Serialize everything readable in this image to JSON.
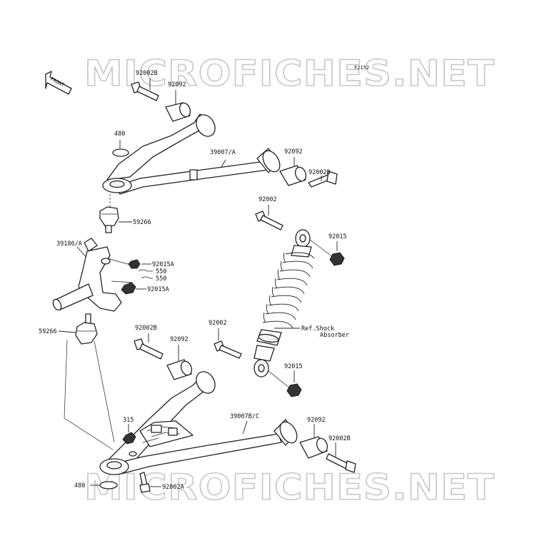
{
  "watermark": {
    "text": "MICROFICHES.NET"
  },
  "figure_code": "F2152",
  "front_arrow_label": "FRONT",
  "callouts": {
    "bolt_92002b_top": "92002B",
    "bushing_92092_top": "92092",
    "bushing_92092_upper_right": "92092",
    "bolt_92002b_upper_right": "92002B",
    "washer_480_top": "480",
    "upper_arm": "39007/A",
    "ball_joint_upper": "59266",
    "knuckle": "39186/A",
    "nut_92015a_upper": "92015A",
    "pin_550_a": "550",
    "pin_550_b": "550",
    "nut_92015a_lower": "92015A",
    "ball_joint_lower": "59266",
    "bolt_92002_shock_top": "92002",
    "nut_92015_shock_top": "92015",
    "shock_ref_line1": "Ref.Shock",
    "shock_ref_line2": "Absorber",
    "bolt_92002_shock_bottom": "92002",
    "nut_92015_shock_bottom": "92015",
    "bolt_92002b_lower_left": "92002B",
    "bushing_92092_lower_left": "92092",
    "lower_arm": "39007B/C",
    "bushing_92092_lower_right": "92092",
    "bolt_92002b_lower_right": "92002B",
    "nut_315": "315",
    "washer_480_bottom": "480",
    "bolt_92002a": "92002A"
  }
}
